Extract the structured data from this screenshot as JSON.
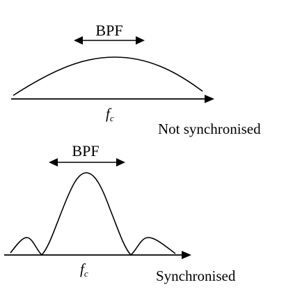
{
  "panels": [
    {
      "band_label": "BPF",
      "axis_label": "f",
      "axis_label_sub": "c",
      "caption": "Not synchronised"
    },
    {
      "band_label": "BPF",
      "axis_label": "f",
      "axis_label_sub": "c",
      "caption": "Synchronised"
    }
  ]
}
